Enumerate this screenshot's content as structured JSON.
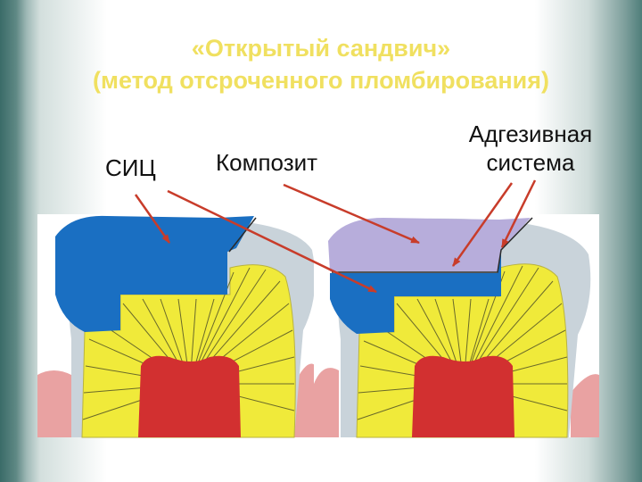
{
  "title": {
    "line1": "«Открытый сандвич»",
    "line2": "(метод отсроченного пломбирования)"
  },
  "labels": {
    "sic": "СИЦ",
    "composite": "Композит",
    "adhesive_line1": "Адгезивная",
    "adhesive_line2": "система"
  },
  "colors": {
    "sic_blue": "#1a6fc2",
    "composite_lavender": "#b7addb",
    "dentin_yellow": "#f0ea3a",
    "pulp_red": "#d23030",
    "enamel_gray": "#c9d3da",
    "gum_pink": "#e9a2a2",
    "arrow_red": "#c83c2a",
    "title_yellow": "#f0e060"
  }
}
